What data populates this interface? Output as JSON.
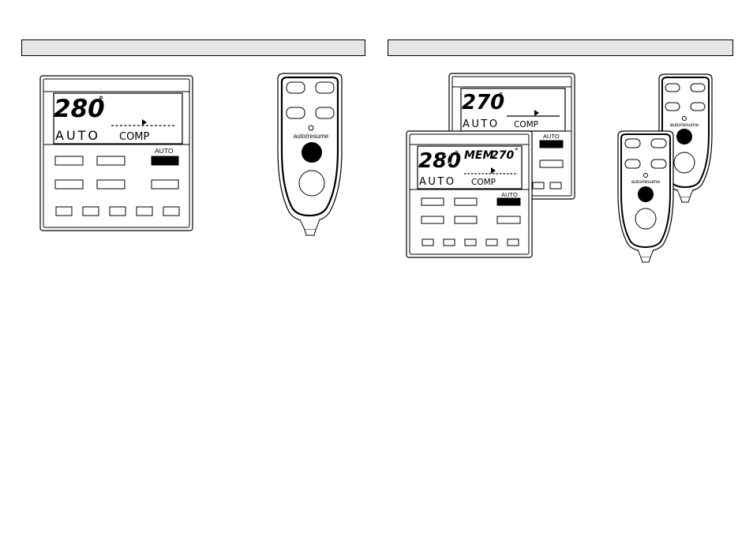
{
  "left_section": {
    "header_text": ""
  },
  "right_section": {
    "header_text": ""
  },
  "controller_main": {
    "heading": "280",
    "degree": "°",
    "mode": "AUTO",
    "source": "COMP",
    "auto_key_label": "AUTO"
  },
  "remote_main": {
    "button_label": "auto/resume"
  },
  "controller_back": {
    "heading": "270",
    "degree": "°",
    "mode": "AUTO",
    "source": "COMP",
    "auto_key_label": "AUTO"
  },
  "controller_front": {
    "heading": "280",
    "degree": "°",
    "memory_label": "MEM",
    "memory_heading": "270",
    "mode": "AUTO",
    "source": "COMP",
    "auto_key_label": "AUTO"
  },
  "remote_back": {
    "button_label": "auto/resume"
  },
  "remote_front": {
    "button_label": "auto/resume"
  },
  "colors": {
    "line": "#000000",
    "header_fill": "#e6e6e6",
    "background": "#ffffff"
  }
}
